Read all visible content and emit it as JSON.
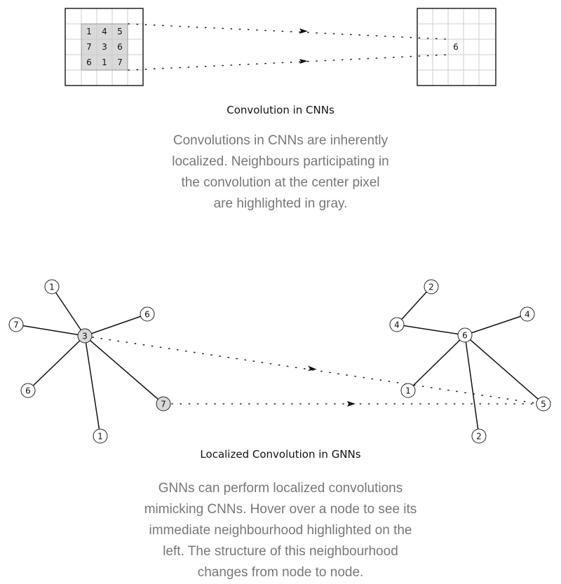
{
  "cnn": {
    "input_values": [
      [
        "1",
        "4",
        "5"
      ],
      [
        "7",
        "3",
        "6"
      ],
      [
        "6",
        "1",
        "7"
      ]
    ],
    "output_value": "6",
    "title": "Convolution in CNNs",
    "caption": "Convolutions in CNNs are inherently localized. Neighbours participating in the convolution at the center pixel are highlighted in gray.",
    "highlight_color": "#d9d9d9"
  },
  "gnn": {
    "left_center": "3",
    "left_neighbors": [
      "1",
      "7",
      "6",
      "6",
      "1",
      "7"
    ],
    "right_center": "6",
    "right_neighbors": [
      "2",
      "4",
      "4",
      "1",
      "2",
      "5"
    ],
    "title": "Localized Convolution in GNNs",
    "caption": "GNNs can perform localized convolutions mimicking CNNs. Hover over a node to see its immediate neighbourhood highlighted on the left. The structure of this neighbourhood changes from node to node.",
    "highlight_color": "#d9d9d9"
  }
}
